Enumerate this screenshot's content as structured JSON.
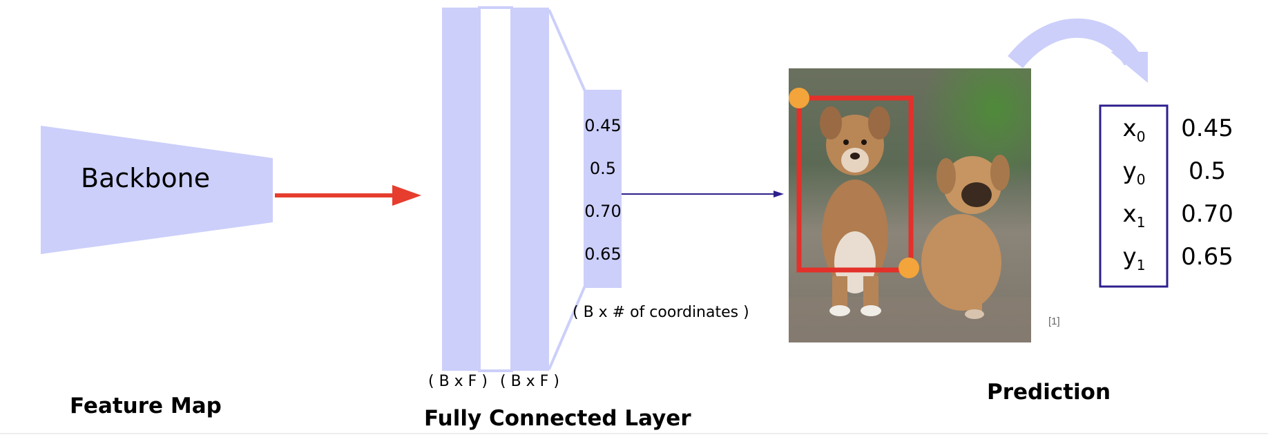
{
  "backbone": {
    "label": "Backbone"
  },
  "feature_map": {
    "label": "Feature Map"
  },
  "fully_connected": {
    "label": "Fully Connected Layer",
    "layer1_dim": "( B x F )",
    "layer2_dim": "( B x F )",
    "output_values": [
      "0.45",
      "0.5",
      "0.70",
      "0.65"
    ],
    "output_dim": "( B x # of coordinates )"
  },
  "prediction": {
    "label": "Prediction",
    "citation": "[1]",
    "coords": [
      {
        "var": "x",
        "sub": "0",
        "value": "0.45"
      },
      {
        "var": "y",
        "sub": "0",
        "value": "0.5"
      },
      {
        "var": "x",
        "sub": "1",
        "value": "0.70"
      },
      {
        "var": "y",
        "sub": "1",
        "value": "0.65"
      }
    ]
  },
  "colors": {
    "lavender": "#cccffa",
    "red_arrow": "#e63d2e",
    "navy": "#2c1f8c",
    "bbox": "#e3302a",
    "corner": "#f3a43a"
  }
}
